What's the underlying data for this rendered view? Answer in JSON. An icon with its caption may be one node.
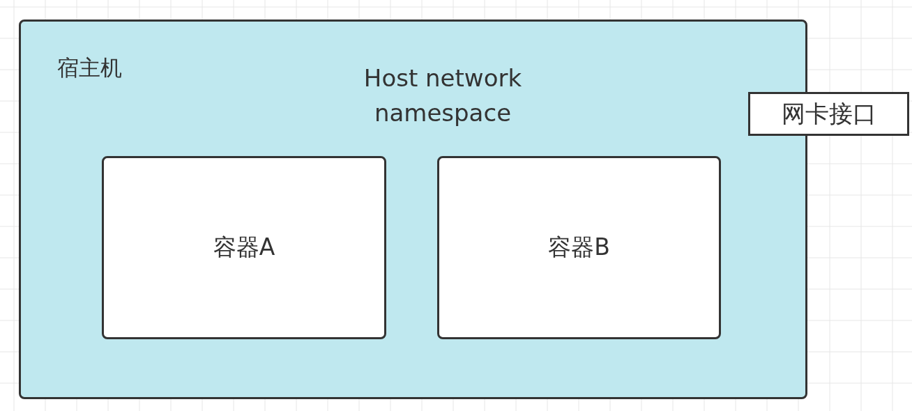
{
  "diagram": {
    "nodes": [
      {
        "text": [
          "宿主机",
          "Host network namespace"
        ]
      },
      {
        "text": [
          "容器A"
        ],
        "in": 0
      },
      {
        "text": [
          "容器B"
        ],
        "in": 0
      },
      {
        "text": [
          "网卡接口"
        ]
      }
    ]
  }
}
